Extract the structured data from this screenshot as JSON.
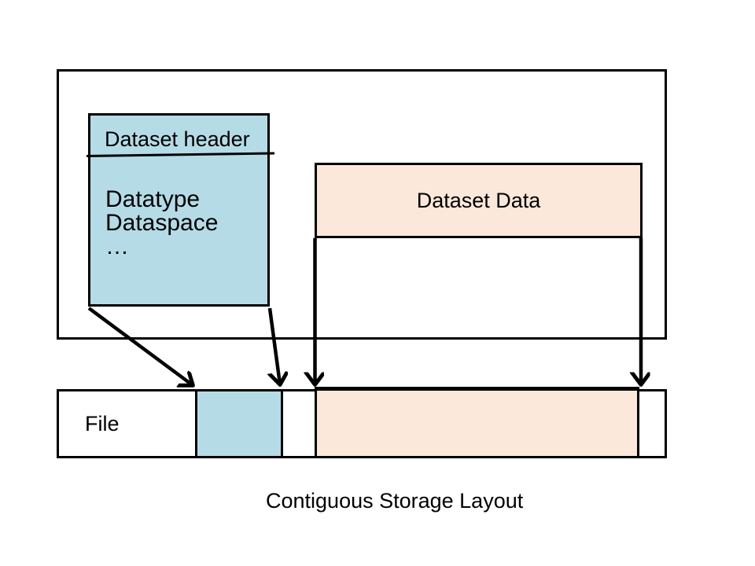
{
  "caption": "Contiguous Storage Layout",
  "dataset_header_box": {
    "title": "Dataset header",
    "items": [
      "Datatype",
      "Dataspace",
      "…"
    ]
  },
  "dataset_data_box": {
    "label": "Dataset Data"
  },
  "file_box": {
    "label": "File"
  },
  "colors": {
    "header_fill": "#b5dbe7",
    "data_fill": "#fbe8da",
    "outline": "#000000",
    "text": "#000000",
    "background": "#ffffff"
  }
}
